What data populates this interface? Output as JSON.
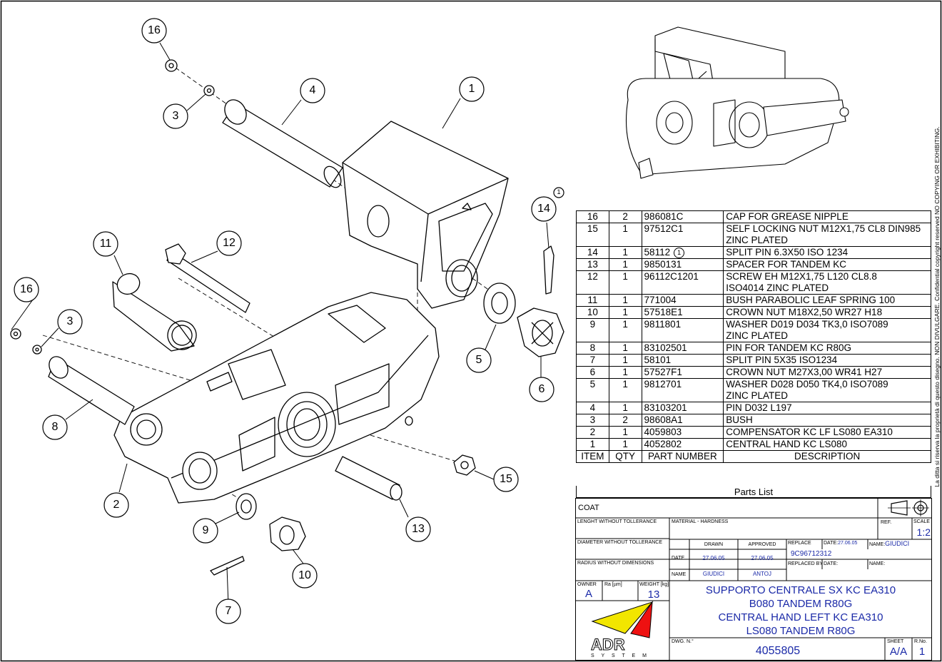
{
  "balloons": [
    "16",
    "3",
    "4",
    "1",
    "14",
    "11",
    "12",
    "16",
    "3",
    "8",
    "2",
    "9",
    "7",
    "10",
    "13",
    "15",
    "6",
    "5"
  ],
  "split_pin_note": "1",
  "parts_list": {
    "rows": [
      {
        "item": "16",
        "qty": "2",
        "part": "986081C",
        "desc": [
          "CAP FOR GREASE NIPPLE"
        ]
      },
      {
        "item": "15",
        "qty": "1",
        "part": "97512C1",
        "desc": [
          "SELF LOCKING NUT M12X1,75 CL8 DIN985",
          "ZINC PLATED"
        ]
      },
      {
        "item": "14",
        "qty": "1",
        "part": "58112",
        "part_note": "1",
        "desc": [
          "SPLIT PIN 6.3X50 ISO 1234"
        ]
      },
      {
        "item": "13",
        "qty": "1",
        "part": "9850131",
        "desc": [
          "SPACER FOR TANDEM KC"
        ]
      },
      {
        "item": "12",
        "qty": "1",
        "part": "96112C1201",
        "desc": [
          "SCREW EH M12X1,75 L120 CL8.8",
          "ISO4014 ZINC PLATED"
        ]
      },
      {
        "item": "11",
        "qty": "1",
        "part": "771004",
        "desc": [
          "BUSH PARABOLIC LEAF SPRING 100"
        ]
      },
      {
        "item": "10",
        "qty": "1",
        "part": "57518E1",
        "desc": [
          "CROWN NUT M18X2,50 WR27 H18"
        ]
      },
      {
        "item": "9",
        "qty": "1",
        "part": "9811801",
        "desc": [
          "WASHER D019 D034 TK3,0 ISO7089",
          "ZINC PLATED"
        ]
      },
      {
        "item": "8",
        "qty": "1",
        "part": "83102501",
        "desc": [
          "PIN FOR TANDEM KC R80G"
        ]
      },
      {
        "item": "7",
        "qty": "1",
        "part": "58101",
        "desc": [
          "SPLIT PIN 5X35 ISO1234"
        ]
      },
      {
        "item": "6",
        "qty": "1",
        "part": "57527F1",
        "desc": [
          "CROWN NUT M27X3,00 WR41 H27"
        ]
      },
      {
        "item": "5",
        "qty": "1",
        "part": "9812701",
        "desc": [
          "WASHER D028 D050 TK4,0 ISO7089",
          "ZINC PLATED"
        ]
      },
      {
        "item": "4",
        "qty": "1",
        "part": "83103201",
        "desc": [
          "PIN D032 L197"
        ]
      },
      {
        "item": "3",
        "qty": "2",
        "part": "98608A1",
        "desc": [
          "BUSH"
        ]
      },
      {
        "item": "2",
        "qty": "1",
        "part": "4059803",
        "desc": [
          "COMPENSATOR KC LF LS080 EA310"
        ]
      },
      {
        "item": "1",
        "qty": "1",
        "part": "4052802",
        "desc": [
          "CENTRAL HAND KC LS080"
        ]
      }
    ],
    "headers": {
      "item": "ITEM",
      "qty": "QTY",
      "part": "PART NUMBER",
      "desc": "DESCRIPTION"
    },
    "caption": "Parts List"
  },
  "title_block": {
    "coat": "COAT",
    "tol_length": "LENGHT WITHOUT TOLLERANCE",
    "tol_diameter": "DIAMETER WITHOUT TOLLERANCE",
    "tol_radius": "RADIUS WITHOUT DIMENSIONS",
    "material_label": "MATERIAL - HARDNESS",
    "ref_label": "REF.",
    "scale_label": "SCALE",
    "scale": "1:2",
    "drawn_label": "DRAWN",
    "approved_label": "APPROVED",
    "date_label": "DATE",
    "name_label": "NAME",
    "drawn_date": "27.06.05",
    "approved_date": "27.06.05",
    "drawn_name": "GIUDICI",
    "approved_name": "ANTOJ",
    "replace_label": "REPLACE",
    "replace_date_label": "DATE:",
    "replace_date": "27.06.05",
    "replace_name_label": "NAME:",
    "replace_name": "GIUDICI",
    "replace_value": "9C96712312",
    "replaced_by_label": "REPLACED BY",
    "replaced_by_date_label": "DATE:",
    "replaced_by_name_label": "NAME:",
    "owner_label": "OWNER",
    "owner": "A",
    "ra_label": "Ra [µm]",
    "weight_label": "WEIGHT [kg]",
    "weight": "13",
    "title_lines": [
      "SUPPORTO CENTRALE SX KC EA310",
      "B080 TANDEM R80G",
      "CENTRAL HAND LEFT KC EA310",
      "LS080 TANDEM R80G"
    ],
    "dwg_label": "DWG. N.°",
    "dwg_number": "4055805",
    "sheet_label": "SHEET",
    "sheet": "A/A",
    "rno_label": "R.No.",
    "rno": "1",
    "logo_text": "ADR",
    "logo_sub": "S Y S T E M"
  },
  "copyright": "La ditta si riserva la proprietà di questo disegno. NON DIVULGARE. Confidential copyright reserved NO COPYING OR EXHIBITING."
}
